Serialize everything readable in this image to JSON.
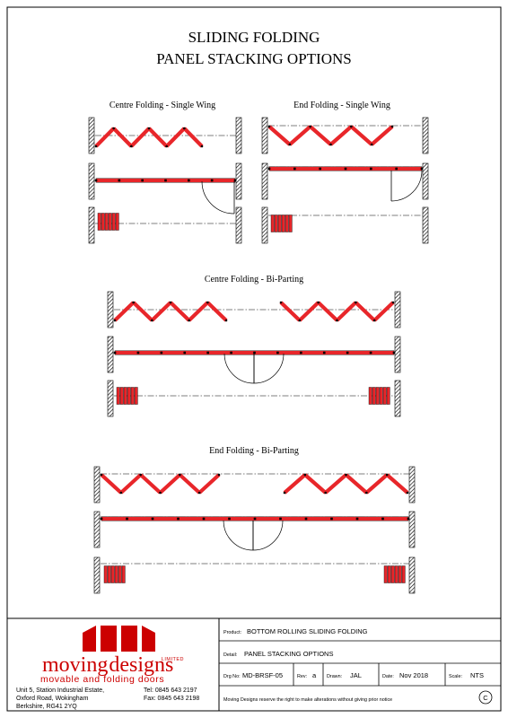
{
  "title": {
    "line1": "SLIDING FOLDING",
    "line2": "PANEL STACKING OPTIONS"
  },
  "sections": {
    "centre_single": "Centre Folding - Single Wing",
    "end_single": "End Folding - Single Wing",
    "centre_bi": "Centre Folding - Bi-Parting",
    "end_bi": "End Folding - Bi-Parting"
  },
  "title_block": {
    "product_label": "Product:",
    "product_value": "BOTTOM ROLLING SLIDING FOLDING",
    "detail_label": "Detail:",
    "detail_value": "PANEL STACKING OPTIONS",
    "drg_label": "Drg No:",
    "drg_value": "MD-BRSF-05",
    "rev_label": "Rev:",
    "rev_value": "a",
    "drawn_label": "Drawn:",
    "drawn_value": "JAL",
    "date_label": "Date:",
    "date_value": "Nov 2018",
    "scale_label": "Scale:",
    "scale_value": "NTS",
    "notice": "Moving Designs reserve the right to make alterations without giving prior notice",
    "copyright_symbol": "C"
  },
  "company": {
    "name_part1": "moving",
    "name_part2": "designs",
    "limited": "LIMITED",
    "tagline": "movable and folding doors",
    "address_line1": "Unit 5, Station Industrial Estate,",
    "address_line2": "Oxford Road, Wokingham",
    "address_line3": "Berkshire, RG41 2YQ",
    "tel": "Tel:  0845 643 2197",
    "fax": "Fax: 0845 643 2198"
  },
  "colors": {
    "panel_red": "#e8262a",
    "logo_red": "#cc0000",
    "line": "#000000"
  }
}
